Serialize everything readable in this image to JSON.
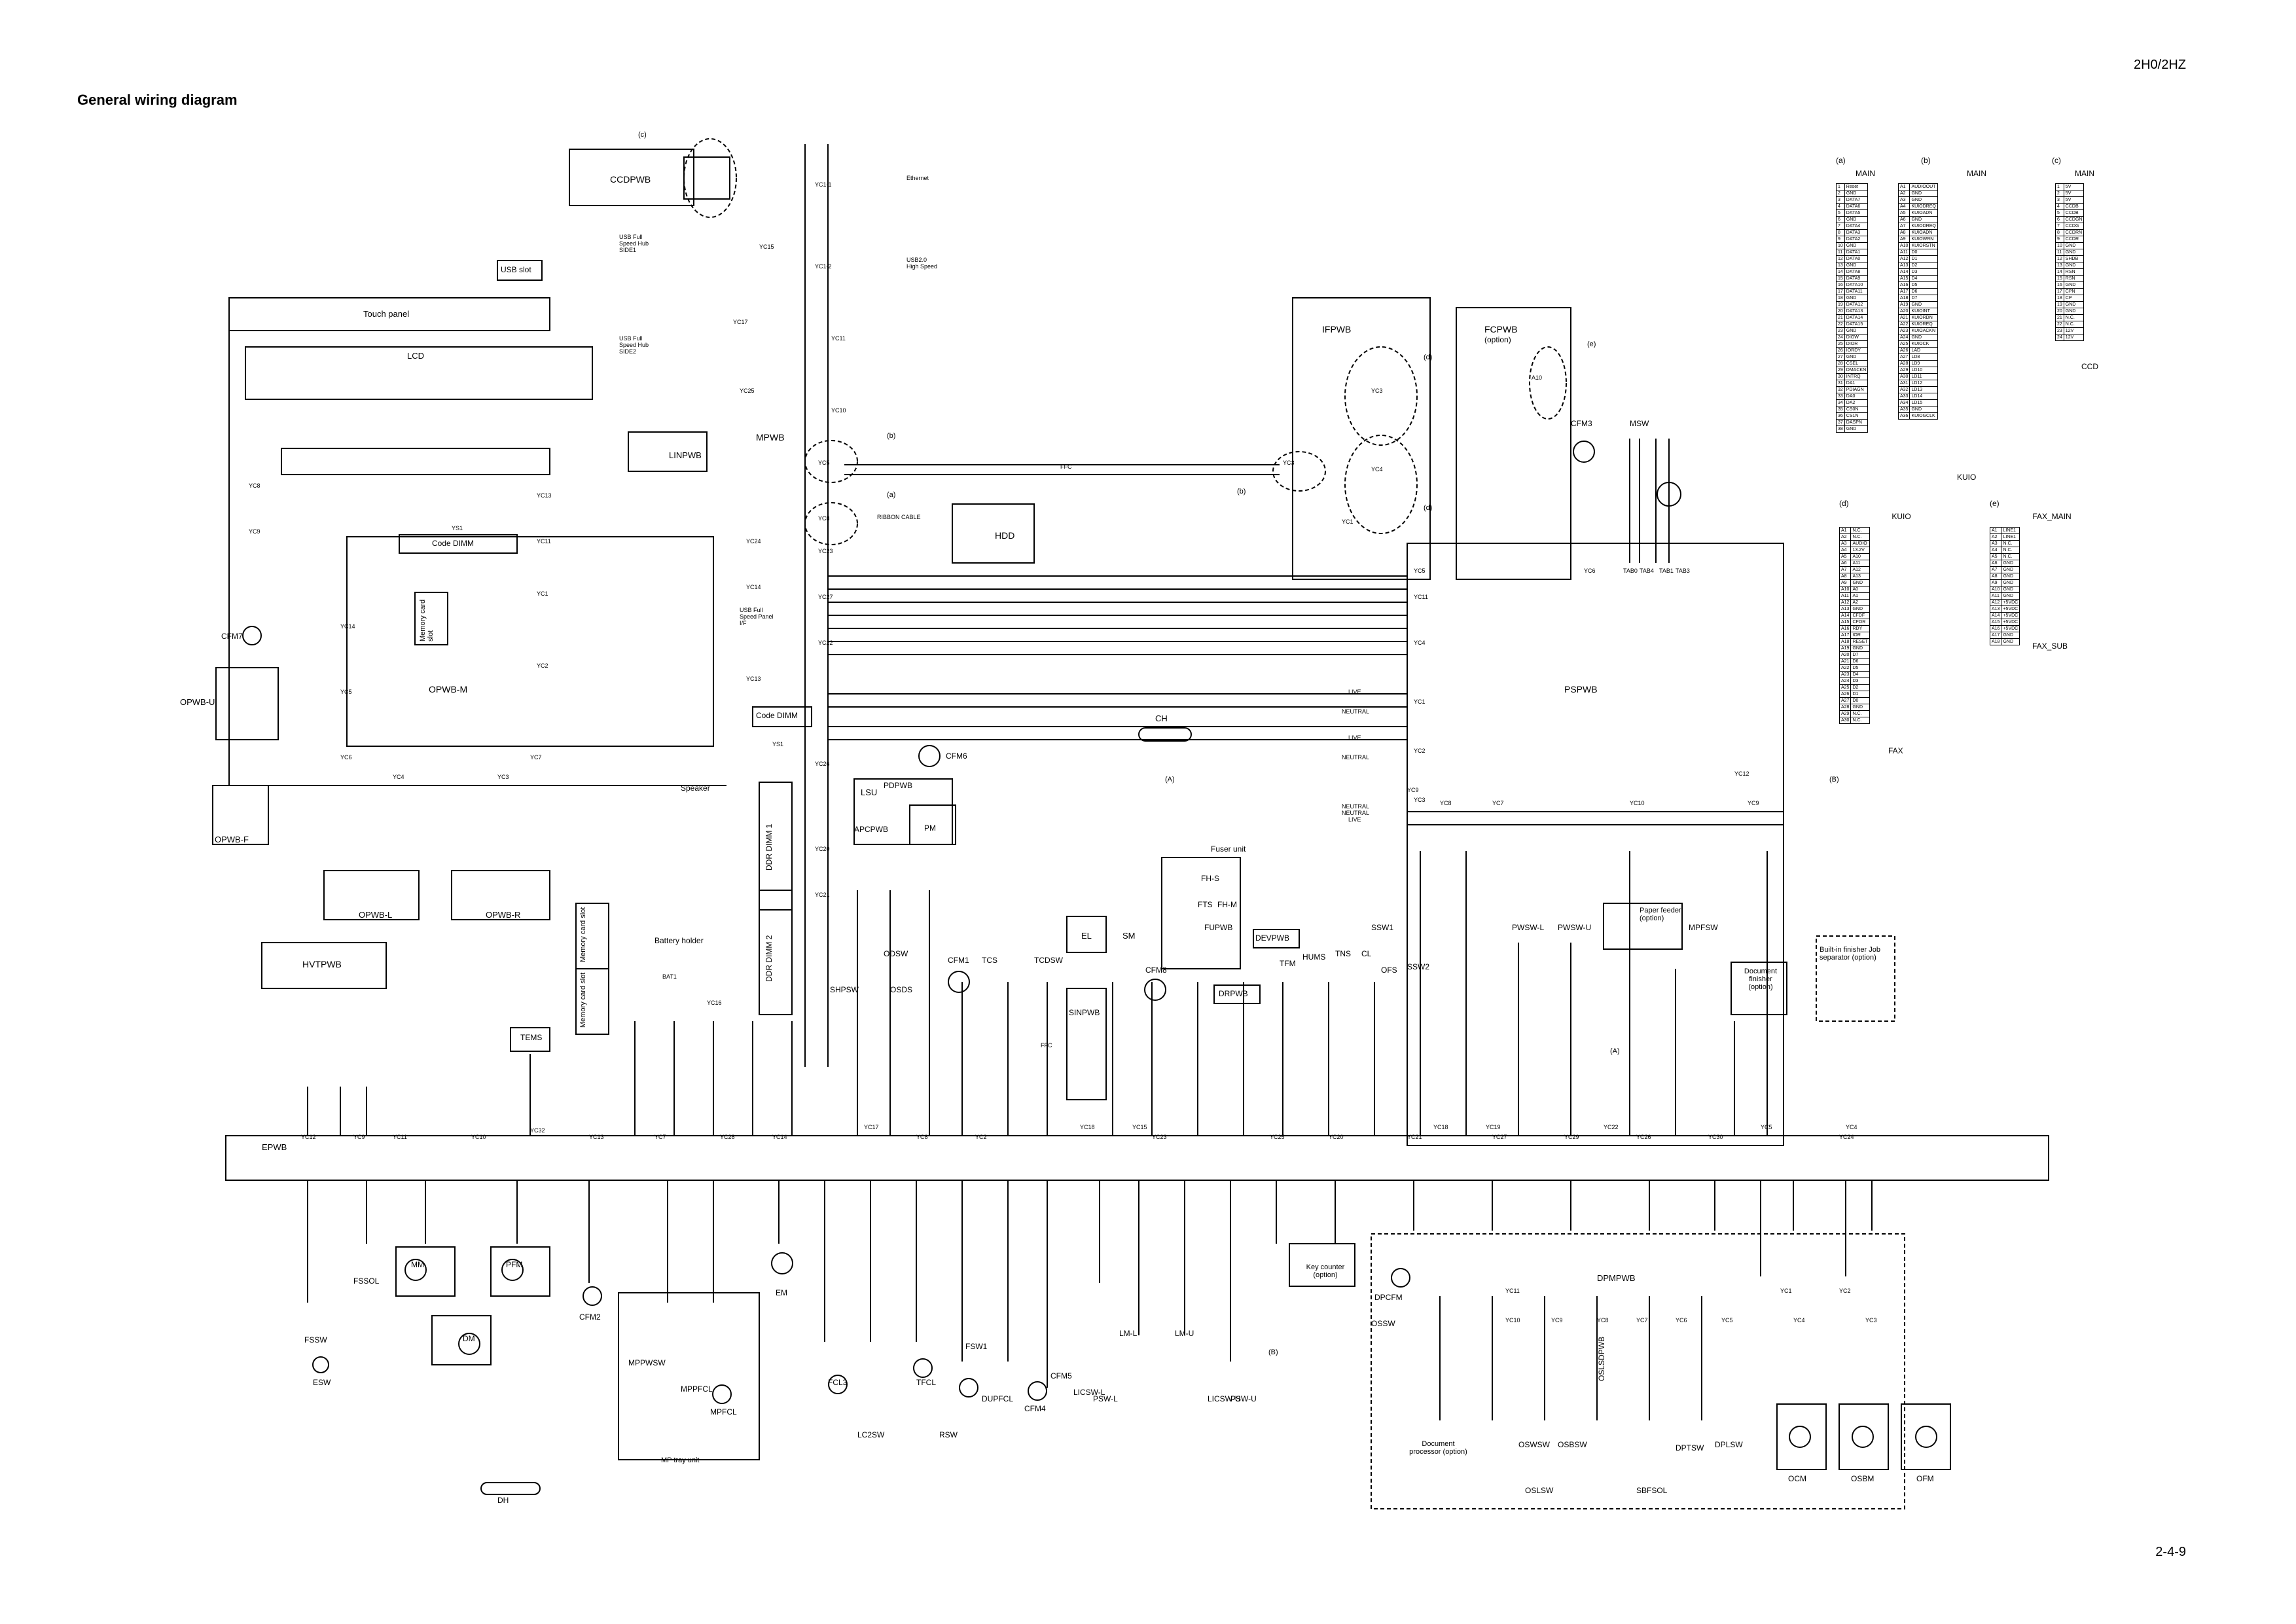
{
  "header": {
    "doc_code": "2H0/2HZ",
    "title": "General wiring diagram",
    "page_number": "2-4-9"
  },
  "boards": {
    "ccdpwb": "CCDPWB",
    "mpwb": "MPWB",
    "ifpwb": "IFPWB",
    "fcpwb": "FCPWB",
    "fcpwb_note": "(option)",
    "pspwb": "PSPWB",
    "linpwb": "LINPWB",
    "opwb_m": "OPWB-M",
    "opwb_u": "OPWB-U",
    "opwb_f": "OPWB-F",
    "opwb_l": "OPWB-L",
    "opwb_r": "OPWB-R",
    "hvtpwb": "HVTPWB",
    "epwb": "EPWB",
    "dpmpwb": "DPMPWB",
    "apcpwb": "APCPWB",
    "pdpwb": "PDPWB",
    "sinpwb": "SINPWB",
    "devpwb": "DEVPWB",
    "drpwb": "DRPWB",
    "oslsdpwb": "OSLSDPWB",
    "hdd": "HDD",
    "touch_panel": "Touch panel",
    "lcd": "LCD",
    "usb_slot": "USB slot",
    "code_dimm": "Code DIMM",
    "code_dimm2": "Code DIMM",
    "memory_card_slot": "Memory card slot",
    "memory_card_slot2": "Memory card slot",
    "memory_card_slot3": "Memory card slot",
    "ddr_dimm1": "DDR DIMM 1",
    "ddr_dimm2": "DDR DIMM 2",
    "battery_holder": "Battery holder",
    "speaker": "Speaker",
    "lsu": "LSU",
    "pm": "PM",
    "el": "EL",
    "sm": "SM",
    "fuser_unit": "Fuser unit",
    "paper_feeder": "Paper feeder (option)",
    "document_finisher": "Document finisher (option)",
    "builtin_finisher": "Built-in finisher Job separator (option)",
    "key_counter": "Key counter (option)",
    "mp_tray_unit": "MP tray unit",
    "document_processor": "Document processor (option)",
    "ch": "CH",
    "msw": "MSW",
    "cfm3": "CFM3",
    "tems": "TEMS"
  },
  "callouts": {
    "a": "(a)",
    "b": "(b)",
    "c": "(c)",
    "d": "(d)",
    "e": "(e)",
    "A": "(A)",
    "B": "(B)"
  },
  "connectors": [
    "YC1",
    "YC2",
    "YC3",
    "YC4",
    "YC5",
    "YC6",
    "YC7",
    "YC8",
    "YC9",
    "YC10",
    "YC11",
    "YC12",
    "YC13",
    "YC14",
    "YC15",
    "YC16",
    "YC17",
    "YC18",
    "YC19",
    "YC20",
    "YC21",
    "YC22",
    "YC23",
    "YC24",
    "YC25",
    "YC26",
    "YC27",
    "YC28",
    "YC29",
    "YC30",
    "YC32"
  ],
  "components": [
    "MM",
    "PFM",
    "DM",
    "FSSOL",
    "FSSW",
    "ESW",
    "CFM2",
    "MPPWSW",
    "MPPFCL",
    "MPFCL",
    "EM",
    "FCL3",
    "LC2SW",
    "TFCL",
    "RSW",
    "FSW1",
    "DUPFCL",
    "CFM4",
    "CFM5",
    "LICSW-L",
    "PSW-L",
    "LM-L",
    "LM-U",
    "LICSW-U",
    "PSW-U",
    "DH",
    "CFM7",
    "CFM1",
    "CFM6",
    "CFM8",
    "TCS",
    "TCDSW",
    "ODSW",
    "OSDS",
    "SHPSW",
    "HUMS",
    "TNS",
    "CL",
    "OFS",
    "SSW1",
    "SSW2",
    "TFM",
    "FH-S",
    "FTS",
    "FH-M",
    "FUPWB",
    "PWSW-L",
    "PWSW-U",
    "MPFSW",
    "DPCFM",
    "OSSW",
    "OSLSW",
    "OSWSW",
    "OSBSW",
    "SBFSOL",
    "DPTSW",
    "DPLSW",
    "OCM",
    "OSBM",
    "OFM"
  ],
  "legend_tables": {
    "a_head": "(a)",
    "a_title": "MAIN",
    "a_rows": [
      "1 Reset",
      "2 GND",
      "3 DATA7",
      "4 DATA6",
      "5 DATA5",
      "6 GND",
      "7 DATA4",
      "8 DATA3",
      "9 DATA2",
      "10 GND",
      "11 DATA1",
      "12 DATA0",
      "13 GND",
      "14 DATA8",
      "15 DATA9",
      "16 DATA10",
      "17 DATA11",
      "18 GND",
      "19 DATA12",
      "20 DATA13",
      "21 DATA14",
      "22 DATA15",
      "23 GND",
      "24 DIOW",
      "25 DIOR",
      "26 IORDY",
      "27 GND",
      "28 CSEL",
      "29 DMACKN",
      "30 INTRQ",
      "31 DA1",
      "32 PDIAGN",
      "33 DA0",
      "34 DA2",
      "35 CS0N",
      "36 CS1N",
      "37 DASPN",
      "38 GND"
    ],
    "b_head": "(b)",
    "b_title": "MAIN",
    "b_caption": "KUIO",
    "b_rows": [
      "A1 AUDIOOUT",
      "A2 GND",
      "A3 GND",
      "A4 KUIODREQ",
      "A5 KUIOADN",
      "A6 GND",
      "A7 KUIODREQ",
      "A8 KUIOADN",
      "A9 KUIOWRN",
      "A10 KUIORSTN",
      "A11 D0",
      "A12 D1",
      "A13 D2",
      "A14 D3",
      "A15 D4",
      "A16 D5",
      "A17 D6",
      "A18 D7",
      "A19 GND",
      "A20 KUIOINT",
      "A21 KUIORDN",
      "A22 KUIOREQ",
      "A23 KUIOACKN",
      "A24 GND",
      "A25 KUIOCK",
      "A26 LAD",
      "A27 LD8",
      "A28 LD9",
      "A29 LD10",
      "A30 LD11",
      "A31 LD12",
      "A32 LD13",
      "A33 LD14",
      "A34 LD15",
      "A35 GND",
      "A36 KUIOGCLK"
    ],
    "c_head": "(c)",
    "c_title": "MAIN",
    "c_caption": "CCD",
    "c_rows": [
      "1 5V",
      "2 5V",
      "3 5V",
      "4 CCDB",
      "5 CCDB",
      "6 CCDGN",
      "7 CCDG",
      "8 CCDRN",
      "9 CCDR",
      "10 GND",
      "11 GND",
      "12 SHDB",
      "13 GND",
      "14 RSN",
      "15 RSN",
      "16 GND",
      "17 CPN",
      "18 CP",
      "19 GND",
      "20 GND",
      "21 N.C.",
      "22 N.C.",
      "23 12V",
      "24 12V"
    ],
    "d_head": "(d)",
    "d_title": "KUIO",
    "d_caption": "FAX",
    "d_rows": [
      "A1 N.C.",
      "A2 N.C.",
      "A3 AUDIO",
      "A4 13.2V",
      "A5 A10",
      "A6 A11",
      "A7 A12",
      "A8 A13",
      "A9 GND",
      "A10 A0",
      "A11 A1",
      "A12 A2",
      "A13 GND",
      "A14 CFDF",
      "A15 CFOR",
      "A16 RDY",
      "A17 IOR",
      "A18 RESET",
      "A19 GND",
      "A20 D7",
      "A21 D6",
      "A22 D5",
      "A23 D4",
      "A24 D3",
      "A25 D2",
      "A26 D1",
      "A27 D0",
      "A28 GND",
      "A29 N.C.",
      "A30 N.C."
    ],
    "e_head": "(e)",
    "e_title": "FAX_MAIN",
    "e_caption": "FAX_SUB",
    "e_rows": [
      "A1 LINE1",
      "A2 LINE1",
      "A3 N.C.",
      "A4 N.C.",
      "A5 N.C.",
      "A6 GND",
      "A7 GND",
      "A8 GND",
      "A9 GND",
      "A10 GND",
      "A11 GND",
      "A12 +5VDC",
      "A13 +5VDC",
      "A14 +5VDC",
      "A15 +5VDC",
      "A16 +5VDC",
      "A17 GND",
      "A18 GND"
    ]
  }
}
